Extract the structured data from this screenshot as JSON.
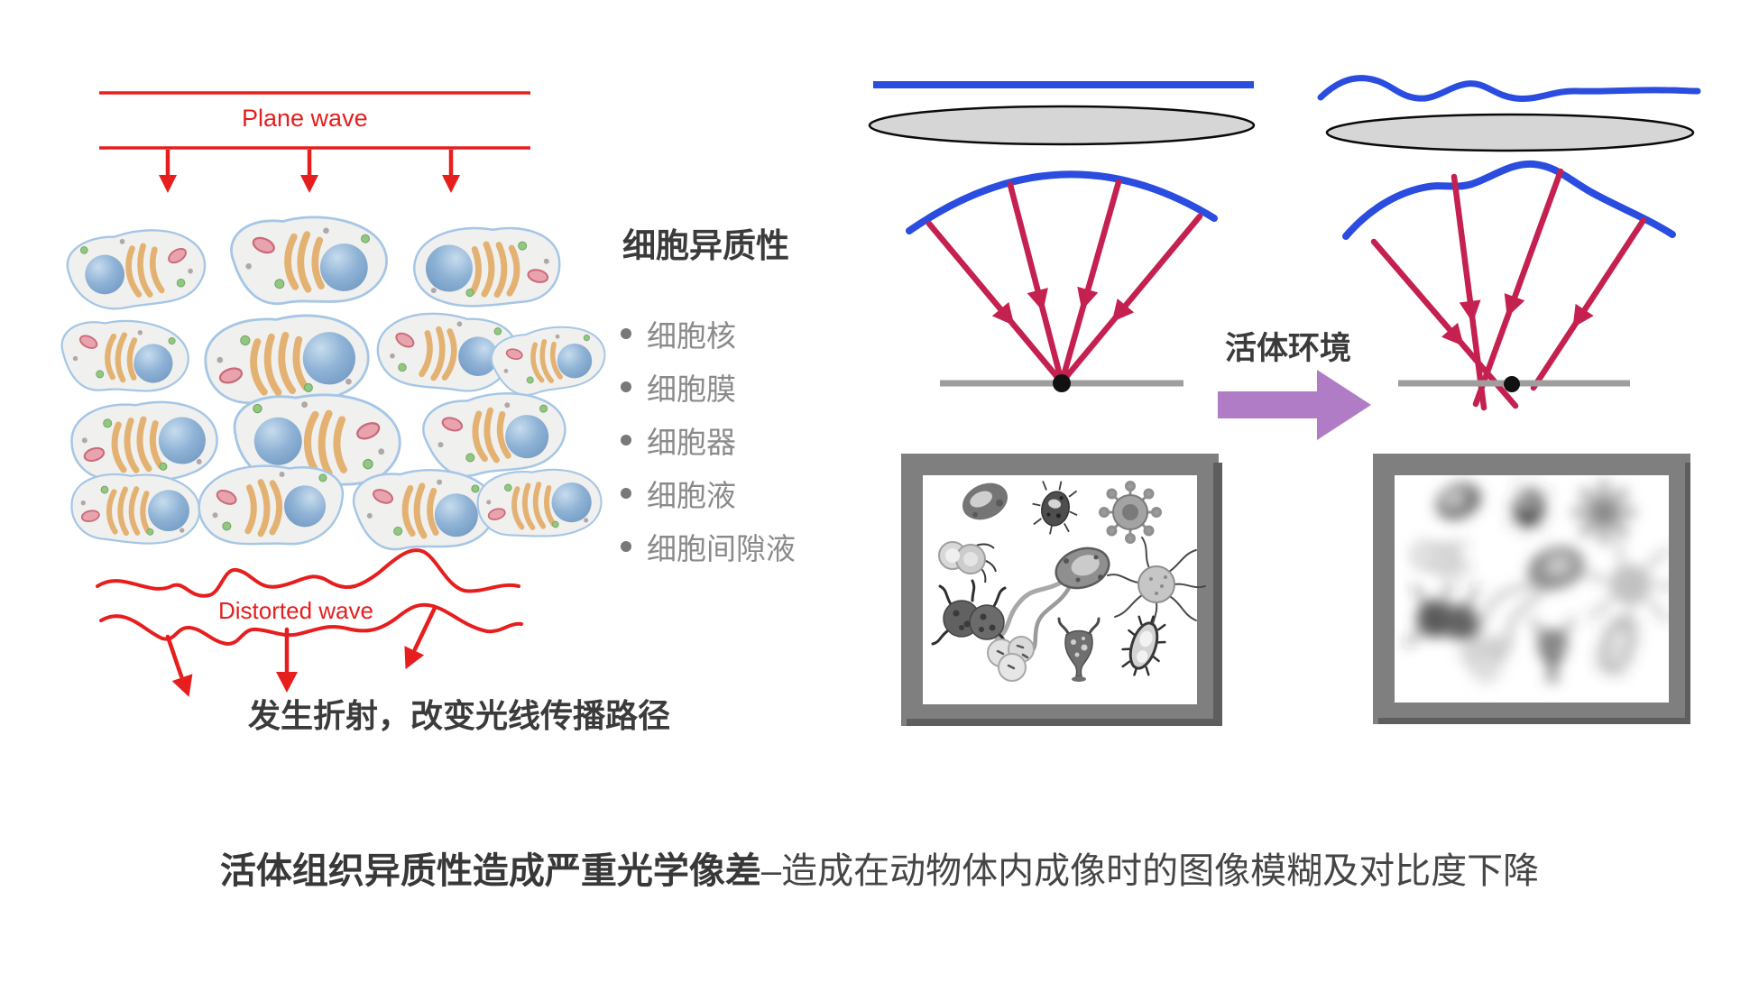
{
  "left_diagram": {
    "plane_wave_label": "Plane wave",
    "distorted_wave_label": "Distorted wave",
    "caption": "发生折射，改变光线传播路径"
  },
  "cell_heterogeneity": {
    "title": "细胞异质性",
    "items": [
      "细胞核",
      "细胞膜",
      "细胞器",
      "细胞液",
      "细胞间隙液"
    ]
  },
  "right_diagram": {
    "transition_label": "活体环境"
  },
  "bottom_caption": {
    "bold": "活体组织异质性造成严重光学像差",
    "regular": "–造成在动物体内成像时的图像模糊及对比度下降"
  },
  "colors": {
    "wave_red": "#e61e1e",
    "ray_crimson": "#c42050",
    "wavefront_blue": "#2a4de0",
    "arrow_purple": "#b07cc6",
    "frame_gray": "#7f7f7f",
    "text_dark": "#3b3b3b",
    "list_text_gray": "#8a8a8a"
  }
}
